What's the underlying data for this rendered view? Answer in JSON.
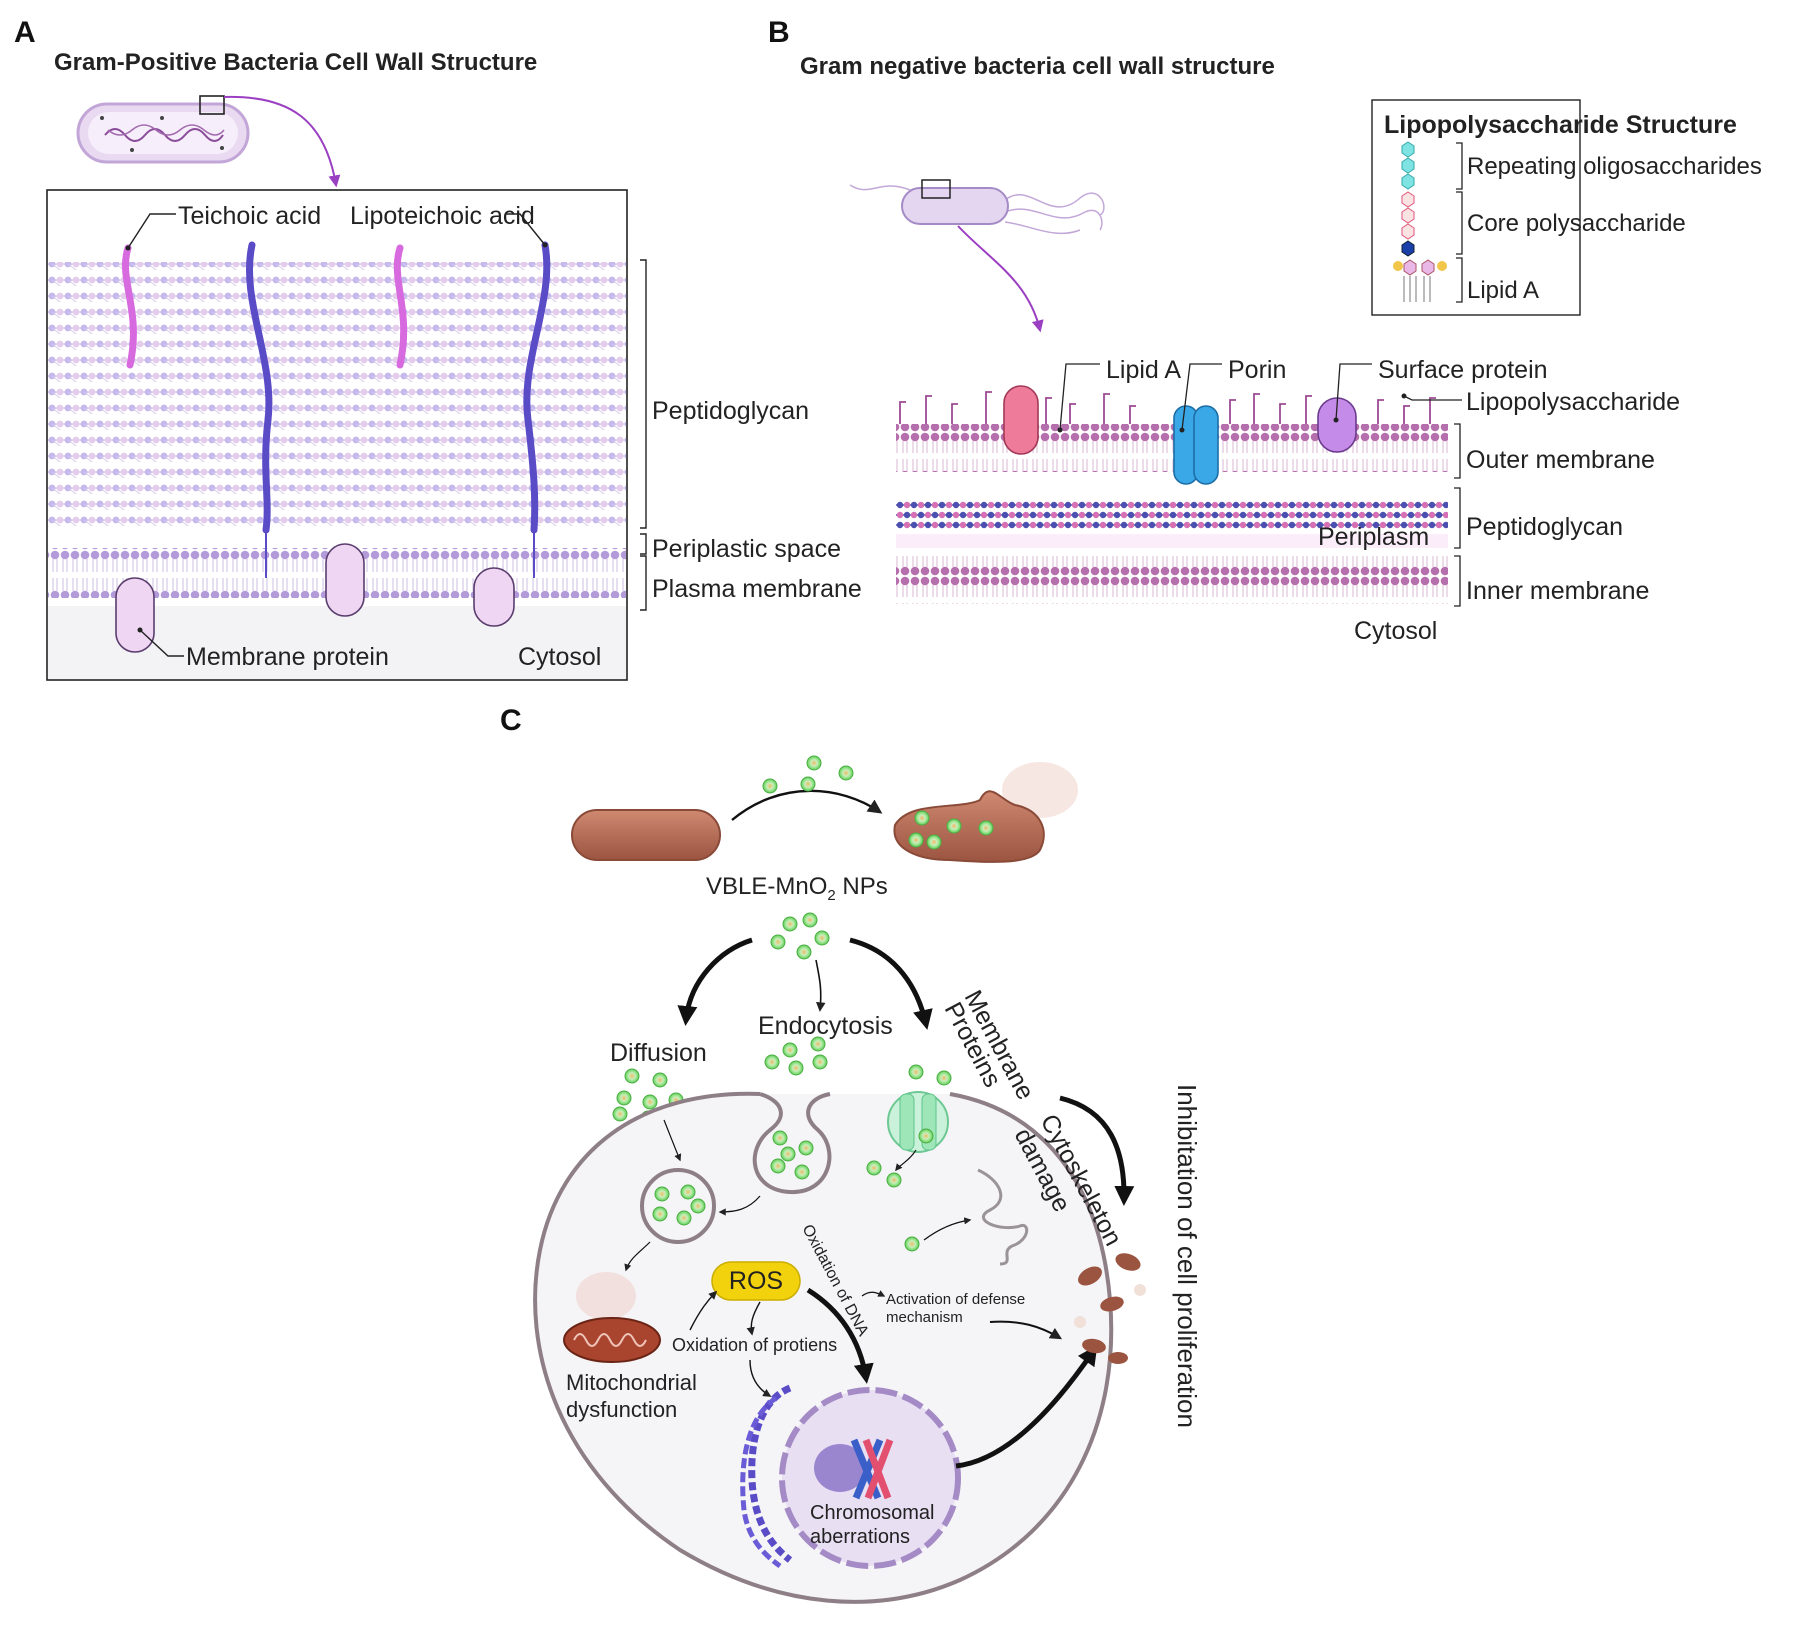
{
  "panels": {
    "a": {
      "letter": "A",
      "title": "Gram-Positive Bacteria Cell Wall Structure",
      "labels": {
        "teichoic": "Teichoic acid",
        "lipoteichoic": "Lipoteichoic acid",
        "peptidoglycan": "Peptidoglycan",
        "periplastic": "Periplastic space",
        "plasma": "Plasma membrane",
        "membrane_protein": "Membrane protein",
        "cytosol": "Cytosol"
      }
    },
    "b": {
      "letter": "B",
      "title": "Gram negative bacteria cell wall structure",
      "lps_box": {
        "title": "Lipopolysaccharide Structure",
        "repeating": "Repeating oligosaccharides",
        "core": "Core polysaccharide",
        "lipid_a": "Lipid A"
      },
      "labels": {
        "lipid_a": "Lipid A",
        "porin": "Porin",
        "surface_protein": "Surface protein",
        "lps": "Lipopolysaccharide",
        "outer": "Outer membrane",
        "peptidoglycan": "Peptidoglycan",
        "periplasm": "Periplasm",
        "inner": "Inner membrane",
        "cytosol": "Cytosol"
      }
    },
    "c": {
      "letter": "C",
      "np_main": "VBLE-MnO",
      "np_sub": "2",
      "np_tail": " NPs",
      "diffusion": "Diffusion",
      "endocytosis": "Endocytosis",
      "membrane_proteins_1": "Membrane",
      "membrane_proteins_2": "Proteins",
      "cyto_1": "Cytoskeleton",
      "cyto_2": "damage",
      "inhibition": "Inhibitation of cell proliferation",
      "ros": "ROS",
      "ox_dna": "Oxidation of DNA",
      "activation_1": "Activation of defense",
      "activation_2": "mechanism",
      "ox_prot": "Oxidation of protiens",
      "mito_1": "Mitochondrial",
      "mito_2": "dysfunction",
      "chromo_1": "Chromosomal",
      "chromo_2": "aberrations"
    }
  },
  "colors": {
    "panel_a_title": "#b04fd0",
    "panel_b_title": "#8a1f5a",
    "teichoic": "#d86ae0",
    "lipoteichoic": "#5a4bc7",
    "membrane_protein": "#efd6f2",
    "porin": "#3aa7e6",
    "lipid_a_protein": "#ef7b9b",
    "surface_protein": "#c58be8",
    "ros": "#f2d20c",
    "nanoparticle": "#7fe07a",
    "bacterium": "#b5705a"
  }
}
